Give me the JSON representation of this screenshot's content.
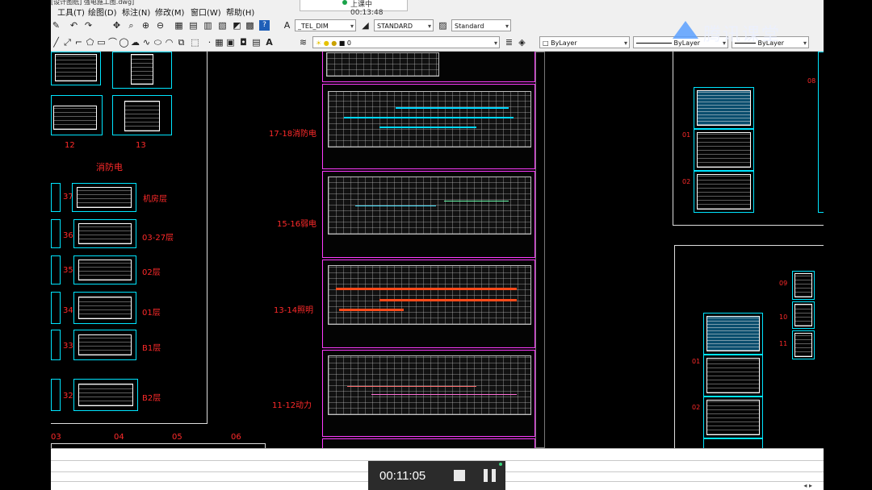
{
  "title_strip": "[设计图纸] 强电施工图.dwg]",
  "menu": [
    "工具(T)",
    "绘图(D)",
    "标注(N)",
    "修改(M)",
    "窗口(W)",
    "帮助(H)"
  ],
  "recording": {
    "label": "上课中 00:13:48"
  },
  "toolbar": {
    "dimstyle": "_TEL_DIM",
    "textstyle": "STANDARD",
    "tablestyle": "Standard",
    "layer": "0",
    "color": "ByLayer",
    "linetype": "ByLayer",
    "lineweight": "ByLayer"
  },
  "watermark": "腾讯课堂",
  "left_panel": {
    "top_numbers": [
      "12",
      "13"
    ],
    "section_title": "消防电",
    "rows": [
      {
        "num": "37",
        "label": "机房层"
      },
      {
        "num": "36",
        "label": "03-27层"
      },
      {
        "num": "35",
        "label": "02层"
      },
      {
        "num": "34",
        "label": "01层"
      },
      {
        "num": "33",
        "label": "B1层"
      },
      {
        "num": "32",
        "label": "B2层"
      }
    ],
    "bottom_numbers": [
      "03",
      "04",
      "05",
      "06"
    ]
  },
  "center_labels": [
    "17-18消防电",
    "15-16弱电",
    "13-14照明",
    "11-12动力"
  ],
  "right_labels_a": [
    "01",
    "02"
  ],
  "right_labels_b": [
    "09",
    "10",
    "11",
    "01",
    "02"
  ],
  "player": {
    "time": "00:11:05"
  },
  "colors": {
    "frame_cyan": "#00e5ff",
    "label_red": "#ff2a2a",
    "sheet_magenta": "#ff3cff",
    "toolbar_bg": "#f0f0f0"
  }
}
